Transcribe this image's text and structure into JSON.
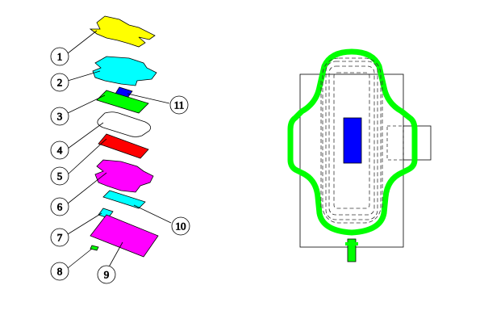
{
  "colors": {
    "yellow": "#ffff00",
    "cyan": "#00ffff",
    "green": "#00ff00",
    "blue": "#0000ff",
    "red": "#ff0000",
    "magenta": "#ff00ff",
    "white": "#ffffff",
    "line": "#000000",
    "dash": "#333333"
  },
  "exploded_view": {
    "callouts": [
      {
        "id": "1",
        "label": "1",
        "layer": "yellow"
      },
      {
        "id": "2",
        "label": "2",
        "layer": "cyan"
      },
      {
        "id": "3",
        "label": "3",
        "layer": "green"
      },
      {
        "id": "4",
        "label": "4",
        "layer": "white"
      },
      {
        "id": "5",
        "label": "5",
        "layer": "red"
      },
      {
        "id": "6",
        "label": "6",
        "layer": "magenta"
      },
      {
        "id": "7",
        "label": "7",
        "layer": "cyan"
      },
      {
        "id": "8",
        "label": "8",
        "layer": "green"
      },
      {
        "id": "9",
        "label": "9",
        "layer": "magenta"
      },
      {
        "id": "10",
        "label": "10",
        "layer": "cyan"
      },
      {
        "id": "11",
        "label": "11",
        "layer": "blue"
      }
    ]
  },
  "plan_view": {
    "outline_color": "green",
    "center_block_color": "blue"
  }
}
